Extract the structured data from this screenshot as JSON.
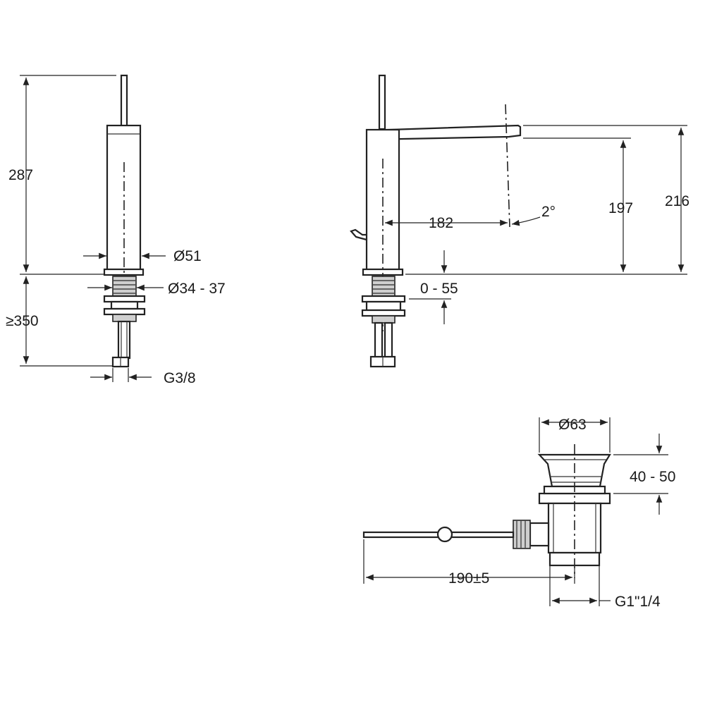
{
  "dimensions": {
    "height_total": "287",
    "diameter_body": "Ø51",
    "diameter_hole": "Ø34 - 37",
    "hose_length": "≥350",
    "connection_thread": "G3/8",
    "spout_reach": "182",
    "spout_angle": "2°",
    "spout_outlet_height": "197",
    "spout_top_height": "216",
    "deck_thickness": "0 - 55",
    "waste_diameter": "Ø63",
    "waste_height": "40 - 50",
    "rod_length": "190±5",
    "waste_thread": "G1\"1/4"
  }
}
